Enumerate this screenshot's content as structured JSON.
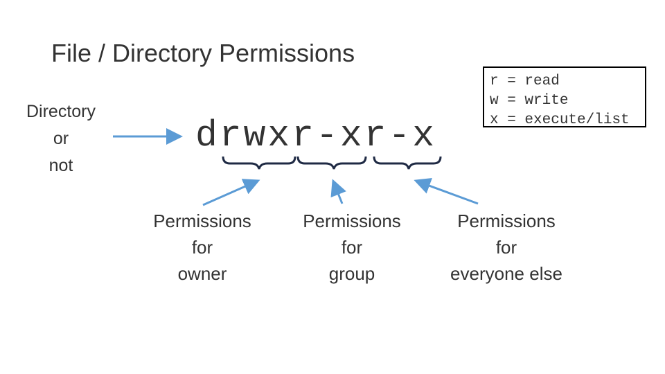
{
  "title": "File / Directory Permissions",
  "directory_label": [
    "Directory",
    "or",
    "not"
  ],
  "permission_string": "drwxr-xr-x",
  "legend": [
    {
      "key": "r",
      "meaning": "read"
    },
    {
      "key": "w",
      "meaning": "write"
    },
    {
      "key": "x",
      "meaning": "execute/list"
    }
  ],
  "groups": [
    {
      "caption": [
        "Permissions",
        "for",
        "owner"
      ]
    },
    {
      "caption": [
        "Permissions",
        "for",
        "group"
      ]
    },
    {
      "caption": [
        "Permissions",
        "for",
        "everyone else"
      ]
    }
  ],
  "colors": {
    "arrow": "#5b9bd5",
    "brace": "#1f2a44",
    "text": "#333333"
  }
}
